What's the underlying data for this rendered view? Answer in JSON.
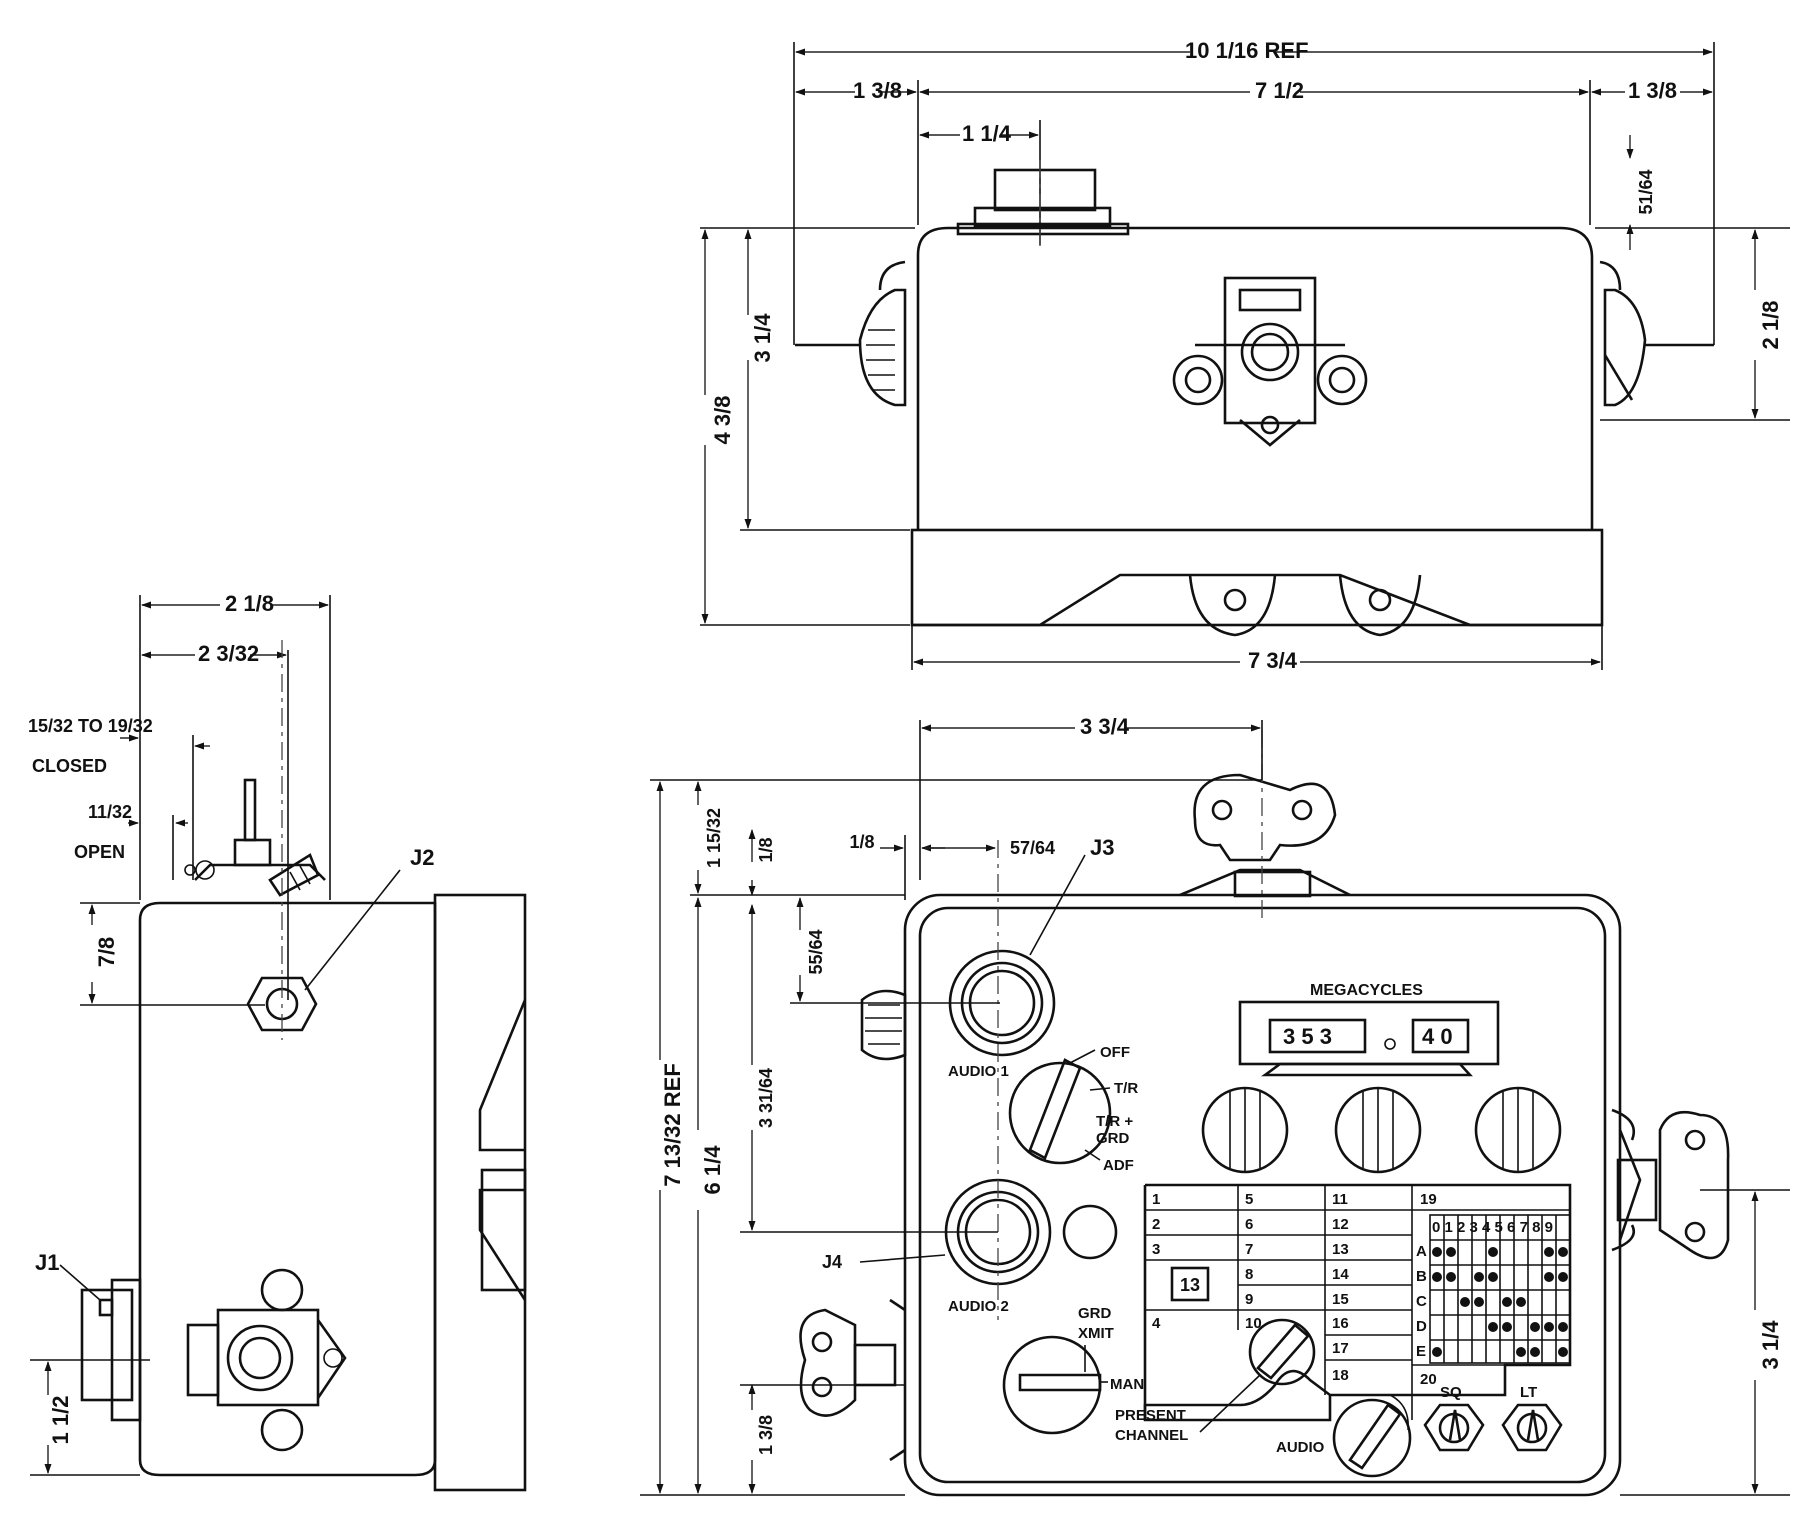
{
  "front_view": {
    "megacycles_label": "MEGACYCLES",
    "freq_left_digits": "3 5 3",
    "freq_right_digits": "4 0",
    "audio1_label": "AUDIO 1",
    "audio2_label": "AUDIO 2",
    "j3_label": "J3",
    "j4_label": "J4",
    "mode_off": "OFF",
    "mode_tr": "T/R",
    "mode_trgrd_1": "T/R +",
    "mode_trgrd_2": "GRD",
    "mode_adf": "ADF",
    "grd_xmit_1": "GRD",
    "grd_xmit_2": "XMIT",
    "man_label": "MAN",
    "present_channel_1": "PRESENT",
    "present_channel_2": "CHANNEL",
    "audio_knob_label": "AUDIO",
    "sq_label": "SQ",
    "lt_label": "LT",
    "channel_display": "13",
    "channel_col1": [
      "1",
      "2",
      "3",
      "4"
    ],
    "channel_col2": [
      "5",
      "6",
      "7",
      "8",
      "9",
      "10"
    ],
    "channel_col3": [
      "11",
      "12",
      "13",
      "14",
      "15",
      "16",
      "17",
      "18"
    ],
    "channel_col4": [
      "19",
      "20"
    ],
    "matrix_cols": "0 1 2 3 4 5 6 7 8 9",
    "matrix_rows": [
      "A",
      "B",
      "C",
      "D",
      "E"
    ]
  },
  "dimensions": {
    "top_overall": "10 1/16 REF",
    "top_left": "1 3/8",
    "top_center": "7 1/2",
    "top_right": "1 3/8",
    "top_connector": "1 1/4",
    "top_height_a": "51/64",
    "top_height_total": "4 3/8",
    "top_height_body": "3 1/4",
    "top_right_height": "2 1/8",
    "top_bottom_width": "7 3/4",
    "front_top_offset": "3 3/4",
    "front_small_a": "1/8",
    "front_small_b": "57/64",
    "front_h_ref": "7 13/32 REF",
    "front_h_small": "1 15/32",
    "front_h_eighth": "1/8",
    "front_h_body": "6 1/4",
    "front_h_55": "55/64",
    "front_h_3_31": "3 31/64",
    "front_h_bottom": "1 3/8",
    "front_right_height": "3 1/4",
    "side_width": "2 1/8",
    "side_width_2": "2 3/32",
    "side_closed": "15/32 TO 19/32",
    "side_closed_word": "CLOSED",
    "side_open": "11/32",
    "side_open_word": "OPEN",
    "side_seven_eighth": "7/8",
    "side_one_half": "1 1/2",
    "j1_label": "J1",
    "j2_label": "J2"
  }
}
